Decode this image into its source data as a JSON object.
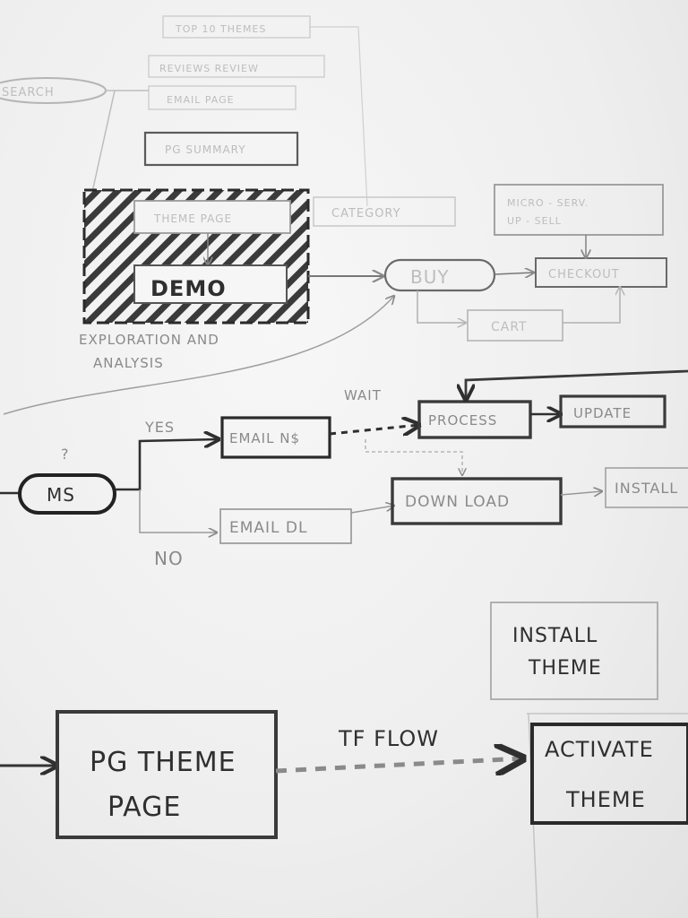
{
  "nodes": {
    "top1": "TOP 10 THEMES",
    "top2": "REVIEWS REVIEW",
    "top3": "EMAIL PAGE",
    "search": "SEARCH",
    "pg_summary": "PG SUMMARY",
    "theme_page": "THEME PAGE",
    "category": "CATEGORY",
    "demo": "DEMO",
    "micro_serv_line1": "MICRO - SERV.",
    "micro_serv_line2": "UP - SELL",
    "buy": "BUY",
    "checkout": "CHECKOUT",
    "cart": "CART",
    "process": "PROCESS",
    "update": "UPDATE",
    "email_ns": "EMAIL N$",
    "ms": "MS",
    "email_dl": "EMAIL DL",
    "download": "DOWN LOAD",
    "install_partial": "INSTALL",
    "install_theme_line1": "INSTALL",
    "install_theme_line2": "THEME",
    "pg_theme_line1": "PG THEME",
    "pg_theme_line2": "PAGE",
    "activate_line1": "ACTIVATE",
    "activate_line2": "THEME"
  },
  "labels": {
    "exploration_line1": "EXPLORATION AND",
    "exploration_line2": "ANALYSIS",
    "yes": "YES",
    "no": "NO",
    "wait": "WAIT",
    "question": "?",
    "tf_flow": "TF FLOW"
  },
  "colors": {
    "paper": "#eeeeee",
    "ink_dark": "#2f2f2f",
    "ink_mid": "#8a8a8a",
    "ink_faint": "#bdbdbd"
  }
}
